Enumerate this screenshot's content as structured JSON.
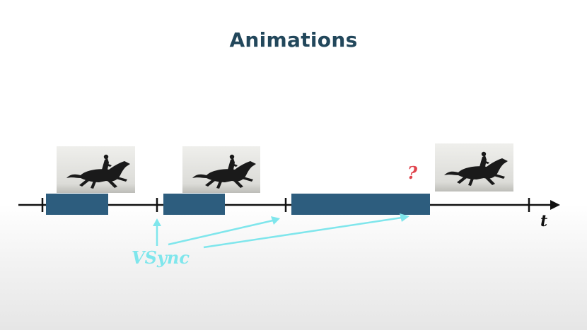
{
  "slide": {
    "title": "Animations",
    "axis_label": "t",
    "vsync_label": "VSync",
    "missed_frame_marker": "?"
  },
  "colors": {
    "title": "#22475b",
    "frame_bar": "#2d5d7e",
    "vsync": "#7fe6ec",
    "question": "#e0444d",
    "axis": "#111111"
  },
  "frames": [
    {
      "name": "frame-1",
      "photo": "galloping-horse-photo"
    },
    {
      "name": "frame-2",
      "photo": "galloping-horse-photo"
    },
    {
      "name": "frame-3",
      "photo": "galloping-horse-photo",
      "overrun": true
    }
  ]
}
